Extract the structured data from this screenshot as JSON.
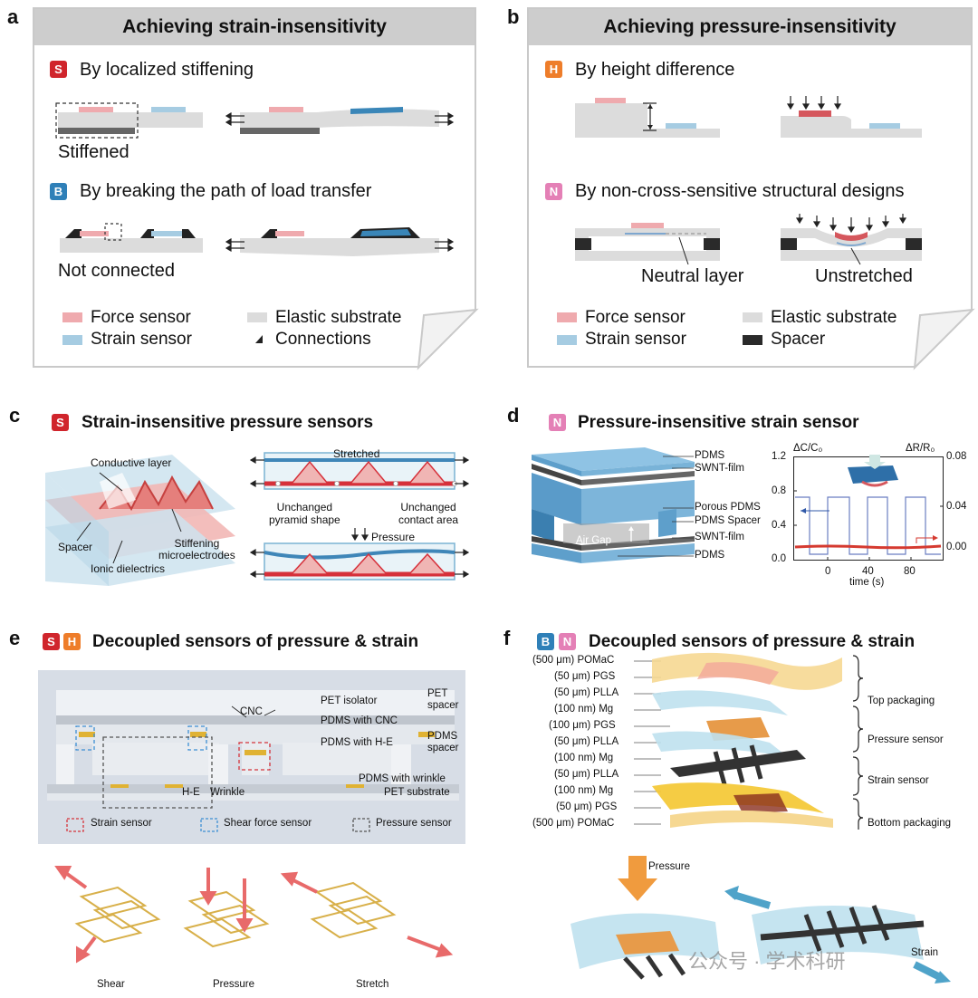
{
  "colors": {
    "force_sensor": "#efaaae",
    "strain_sensor": "#a6cce2",
    "substrate": "#dcdcdc",
    "spacer": "#2a2a2a",
    "header_bg": "#cdcdcd"
  },
  "panel_a": {
    "label": "a",
    "title": "Achieving strain-insensitivity",
    "s_badge": "S",
    "s_text": "By localized stiffening",
    "stiffened": "Stiffened",
    "b_badge": "B",
    "b_text": "By breaking the path of load transfer",
    "not_connected": "Not connected",
    "legend": {
      "force": "Force sensor",
      "strain": "Strain sensor",
      "elastic": "Elastic substrate",
      "connections": "Connections"
    }
  },
  "panel_b": {
    "label": "b",
    "title": "Achieving pressure-insensitivity",
    "h_badge": "H",
    "h_text": "By height difference",
    "n_badge": "N",
    "n_text": "By non-cross-sensitive structural designs",
    "neutral": "Neutral layer",
    "unstretched": "Unstretched",
    "legend": {
      "force": "Force sensor",
      "strain": "Strain sensor",
      "elastic": "Elastic substrate",
      "spacer": "Spacer"
    }
  },
  "panel_c": {
    "label": "c",
    "badge": "S",
    "title": "Strain-insensitive pressure sensors",
    "conductive_layer": "Conductive layer",
    "spacer": "Spacer",
    "ionic": "Ionic dielectrics",
    "stiffening": "Stiffening\nmicroelectrodes",
    "stretched": "Stretched",
    "unchanged_pyramid": "Unchanged\npyramid shape",
    "unchanged_contact": "Unchanged\ncontact area",
    "pressure": "Pressure"
  },
  "panel_d": {
    "label": "d",
    "badge": "N",
    "title": "Pressure-insensitive strain sensor",
    "layers": [
      "PDMS",
      "SWNT-film",
      "Porous PDMS",
      "PDMS Spacer",
      "SWNT-film",
      "PDMS"
    ],
    "air_gap": "Air Gap",
    "left_axis_label": "ΔC/C₀",
    "right_axis_label": "ΔR/R₀",
    "left_ticks": [
      "1.2",
      "0.8",
      "0.4",
      "0.0"
    ],
    "right_ticks": [
      "0.08",
      "0.04",
      "0.00"
    ],
    "x_ticks": [
      "0",
      "40",
      "80"
    ],
    "x_label": "time (s)"
  },
  "panel_e": {
    "label": "e",
    "badge1": "S",
    "badge2": "H",
    "title": "Decoupled sensors of pressure & strain",
    "pet_isolator": "PET isolator",
    "pet_spacer": "PET\nspacer",
    "cnc": "CNC",
    "pdms_cnc": "PDMS with CNC",
    "pdms_he": "PDMS with H-E",
    "pdms_spacer": "PDMS\nspacer",
    "pdms_wrinkle": "PDMS with wrinkle",
    "pet_substrate": "PET substrate",
    "he": "H-E",
    "wrinkle": "Wrinkle",
    "legend": {
      "strain": "Strain sensor",
      "shear": "Shear force sensor",
      "pressure": "Pressure sensor"
    },
    "modes": [
      "Shear",
      "Pressure",
      "Stretch"
    ]
  },
  "panel_f": {
    "label": "f",
    "badge1": "B",
    "badge2": "N",
    "title": "Decoupled sensors of pressure & strain",
    "layers": [
      "(500 μm) POMaC",
      "(50 μm) PGS",
      "(50 μm) PLLA",
      "(100 nm) Mg",
      "(100 μm) PGS",
      "(50 μm) PLLA",
      "(100 nm) Mg",
      "(50 μm) PLLA",
      "(100 nm) Mg",
      "(50 μm) PGS",
      "(500 μm) POMaC"
    ],
    "groups": [
      "Top packaging",
      "Pressure sensor",
      "Strain sensor",
      "Bottom packaging"
    ],
    "pressure": "Pressure",
    "strain": "Strain"
  },
  "watermark": "公众号 · 学术科研"
}
